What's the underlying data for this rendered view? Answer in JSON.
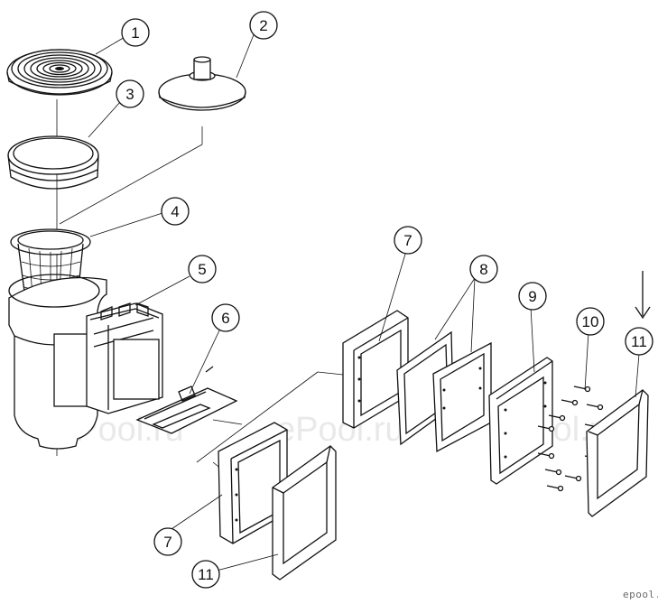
{
  "callouts": [
    {
      "id": "c1",
      "label": "1"
    },
    {
      "id": "c2",
      "label": "2"
    },
    {
      "id": "c3",
      "label": "3"
    },
    {
      "id": "c4",
      "label": "4"
    },
    {
      "id": "c5",
      "label": "5"
    },
    {
      "id": "c6",
      "label": "6"
    },
    {
      "id": "c7a",
      "label": "7"
    },
    {
      "id": "c7b",
      "label": "7"
    },
    {
      "id": "c8",
      "label": "8"
    },
    {
      "id": "c9",
      "label": "9"
    },
    {
      "id": "c10",
      "label": "10"
    },
    {
      "id": "c11a",
      "label": "11"
    },
    {
      "id": "c11b",
      "label": "11"
    }
  ],
  "watermarks": [
    "ePool.ru",
    "ePool.ru",
    "ePool.ru"
  ],
  "brand": "epool.ru",
  "colors": {
    "line": "#111111",
    "background": "#ffffff",
    "watermark": "#e9e9e9"
  }
}
